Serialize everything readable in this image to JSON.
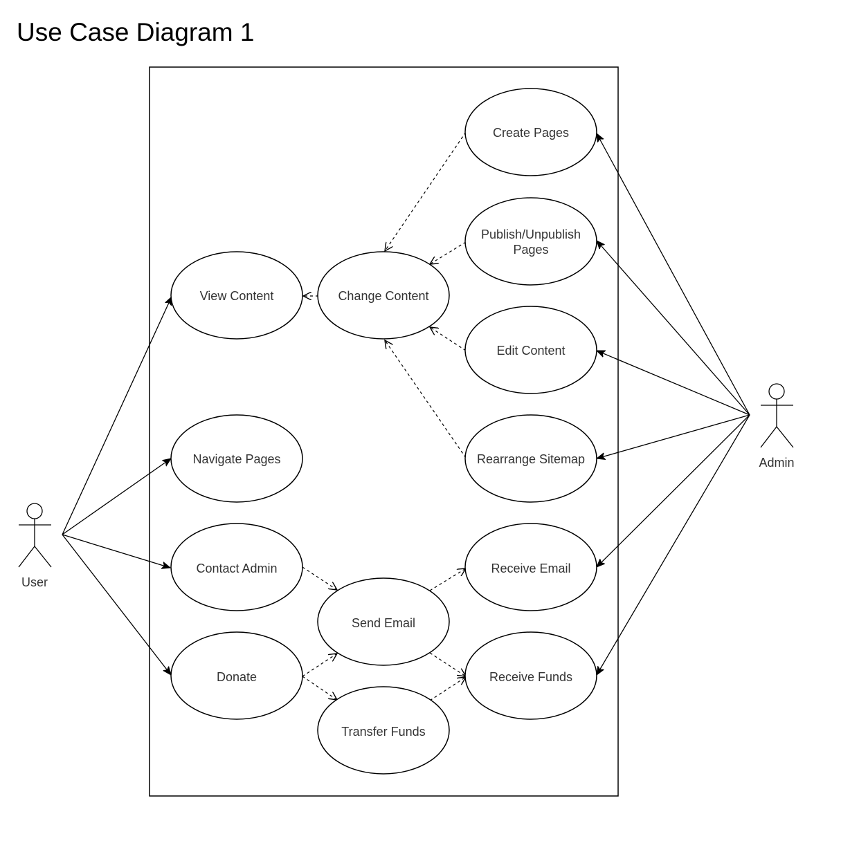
{
  "title": "Use Case Diagram 1",
  "actors": {
    "user": "User",
    "admin": "Admin"
  },
  "use_cases": {
    "view_content": "View Content",
    "change_content": "Change Content",
    "create_pages": "Create Pages",
    "publish_pages_line1": "Publish/Unpublish",
    "publish_pages_line2": "Pages",
    "edit_content": "Edit Content",
    "navigate_pages": "Navigate Pages",
    "rearrange_sitemap": "Rearrange Sitemap",
    "contact_admin": "Contact Admin",
    "receive_email": "Receive Email",
    "send_email": "Send Email",
    "donate": "Donate",
    "receive_funds": "Receive Funds",
    "transfer_funds": "Transfer Funds"
  }
}
